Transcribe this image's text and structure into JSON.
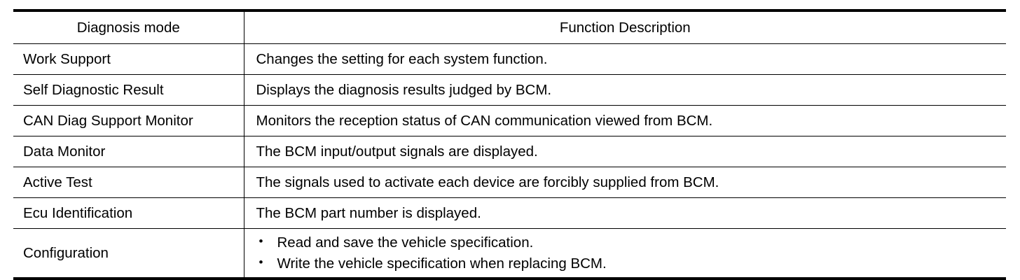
{
  "table": {
    "headers": {
      "mode": "Diagnosis mode",
      "description": "Function Description"
    },
    "rows": [
      {
        "mode": "Work Support",
        "description": "Changes the setting for each system function."
      },
      {
        "mode": "Self Diagnostic Result",
        "description": "Displays the diagnosis results judged by BCM."
      },
      {
        "mode": "CAN Diag Support Monitor",
        "description": "Monitors the reception status of CAN communication viewed from BCM."
      },
      {
        "mode": "Data Monitor",
        "description": "The BCM input/output signals are displayed."
      },
      {
        "mode": "Active Test",
        "description": "The signals used to activate each device are forcibly supplied from BCM."
      },
      {
        "mode": "Ecu Identification",
        "description": "The BCM part number is displayed."
      }
    ],
    "last_row": {
      "mode": "Configuration",
      "bullets": [
        "Read and save the vehicle specification.",
        "Write the vehicle specification when replacing BCM."
      ],
      "bullet_glyph": "•"
    }
  },
  "colors": {
    "rule": "#000000",
    "text": "#000000",
    "background": "#ffffff"
  }
}
